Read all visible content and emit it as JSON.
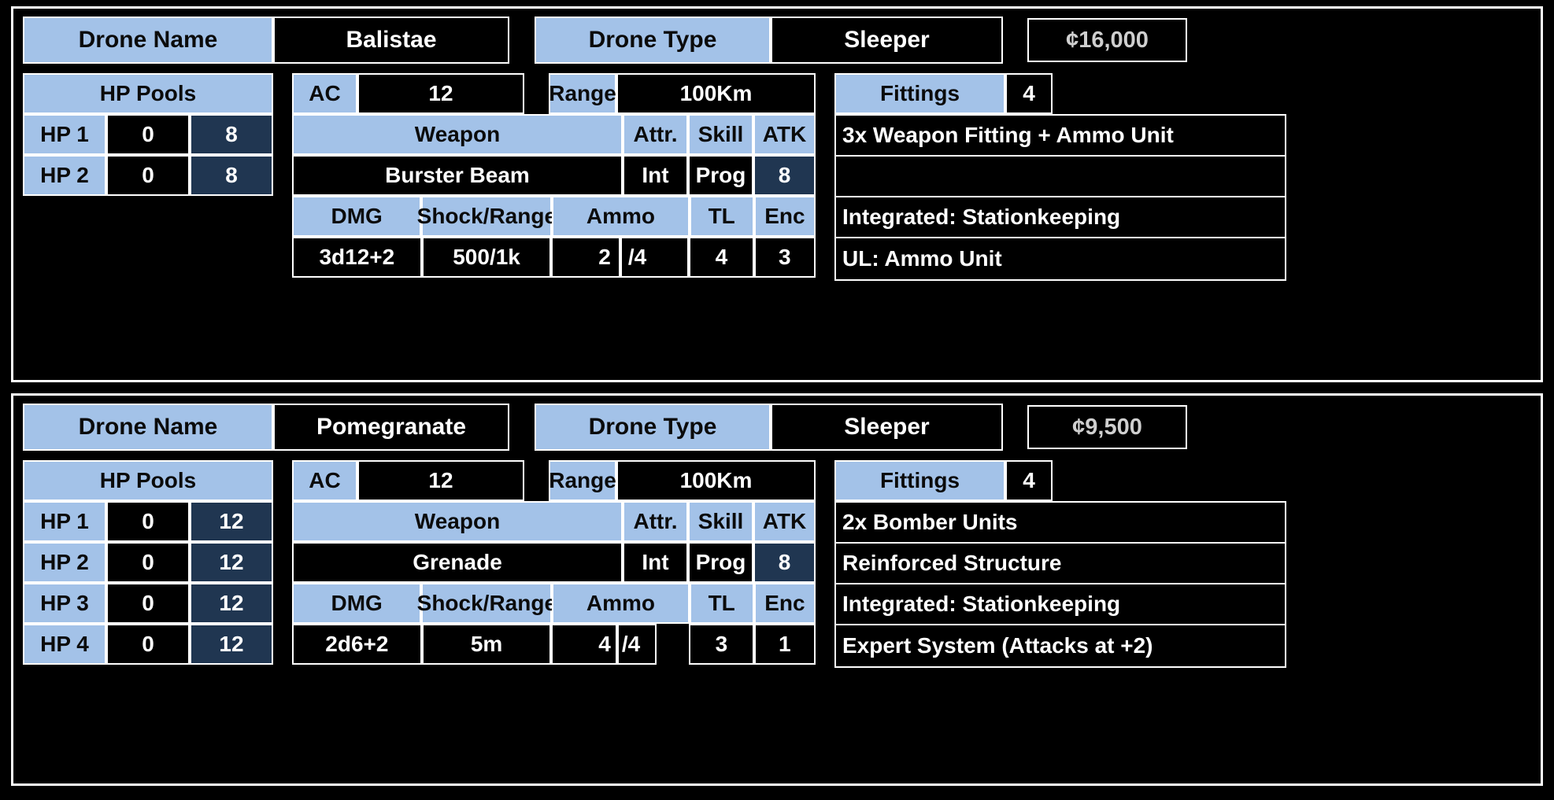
{
  "theme": {
    "background": "#000000",
    "label_blue": "#a3c2e8",
    "value_black": "#000000",
    "stat_navy": "#203651",
    "border_white": "#ffffff",
    "cost_text": "#cfcfcf"
  },
  "labels": {
    "drone_name": "Drone Name",
    "drone_type": "Drone Type",
    "hp_pools": "HP Pools",
    "ac": "AC",
    "range": "Range",
    "weapon": "Weapon",
    "attr": "Attr.",
    "skill": "Skill",
    "atk": "ATK",
    "dmg": "DMG",
    "shock_range": "Shock/Range",
    "ammo": "Ammo",
    "tl": "TL",
    "enc": "Enc",
    "fittings": "Fittings"
  },
  "cards": [
    {
      "name": "Balistae",
      "type": "Sleeper",
      "cost": "¢16,000",
      "hp_pools": [
        {
          "label": "HP 1",
          "current": "0",
          "max": "8"
        },
        {
          "label": "HP 2",
          "current": "0",
          "max": "8"
        }
      ],
      "ac": "12",
      "range": "100Km",
      "weapon": {
        "name": "Burster Beam",
        "attr": "Int",
        "skill": "Prog",
        "atk": "8",
        "dmg": "3d12+2",
        "shock_range": "500/1k",
        "ammo_current": "2",
        "ammo_max": "/4",
        "tl": "4",
        "enc": "3"
      },
      "fittings_count": "4",
      "fittings": [
        "3x Weapon Fitting + Ammo Unit",
        "",
        "Integrated: Stationkeeping",
        "UL: Ammo Unit"
      ]
    },
    {
      "name": "Pomegranate",
      "type": "Sleeper",
      "cost": "¢9,500",
      "hp_pools": [
        {
          "label": "HP 1",
          "current": "0",
          "max": "12"
        },
        {
          "label": "HP 2",
          "current": "0",
          "max": "12"
        },
        {
          "label": "HP 3",
          "current": "0",
          "max": "12"
        },
        {
          "label": "HP 4",
          "current": "0",
          "max": "12"
        }
      ],
      "ac": "12",
      "range": "100Km",
      "weapon": {
        "name": "Grenade",
        "attr": "Int",
        "skill": "Prog",
        "atk": "8",
        "dmg": "2d6+2",
        "shock_range": "5m",
        "ammo_current": "4",
        "ammo_max": "/4",
        "tl": "3",
        "enc": "1"
      },
      "fittings_count": "4",
      "fittings": [
        "2x Bomber Units",
        "Reinforced Structure",
        "Integrated: Stationkeeping",
        "Expert System (Attacks at +2)"
      ]
    }
  ]
}
